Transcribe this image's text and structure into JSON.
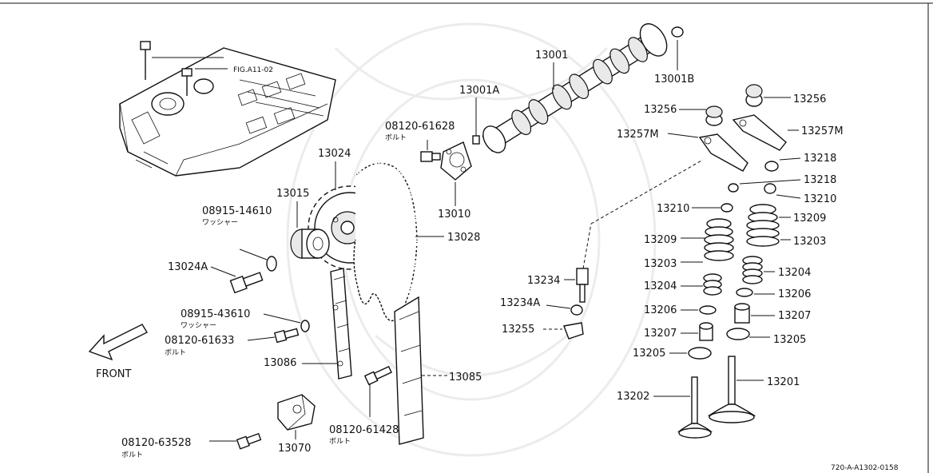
{
  "diagram": {
    "figure_ref": "FIG.A11-02",
    "footer_code": "720-A-A1302-0158",
    "front_label": "FRONT",
    "parts": {
      "p13001": "13001",
      "p13001A": "13001A",
      "p13001B": "13001B",
      "p13256_l": "13256",
      "p13256_r": "13256",
      "p13257M_l": "13257M",
      "p13257M_r": "13257M",
      "p13218_a": "13218",
      "p13218_b": "13218",
      "p13210_a": "13210",
      "p13210_b": "13210",
      "p13209": "13209",
      "p13203_l": "13203",
      "p13203_r": "13203",
      "p13204_l": "13204",
      "p13204_r": "13204",
      "p13206_l": "13206",
      "p13206_r": "13206",
      "p13207_l": "13207",
      "p13207_r": "13207",
      "p13205_l": "13205",
      "p13205_r": "13205",
      "p13201": "13201",
      "p13202": "13202",
      "p13024": "13024",
      "p13015": "13015",
      "p13010": "13010",
      "p13028": "13028",
      "p13024A": "13024A",
      "p13086": "13086",
      "p13085": "13085",
      "p13070": "13070",
      "p13234": "13234",
      "p13234A": "13234A",
      "p13255": "13255",
      "p13209_l": "13209"
    },
    "bolts": {
      "b1_num": "08120-61628",
      "b1_jp": "ボルト",
      "b2_num": "08120-61633",
      "b2_jp": "ボルト",
      "b3_num": "08120-61428",
      "b3_jp": "ボルト",
      "b4_num": "08120-63528",
      "b4_jp": "ボルト"
    },
    "washers": {
      "w1_num": "08915-14610",
      "w1_jp": "ワッシャー",
      "w2_num": "08915-43610",
      "w2_jp": "ワッシャー"
    }
  }
}
